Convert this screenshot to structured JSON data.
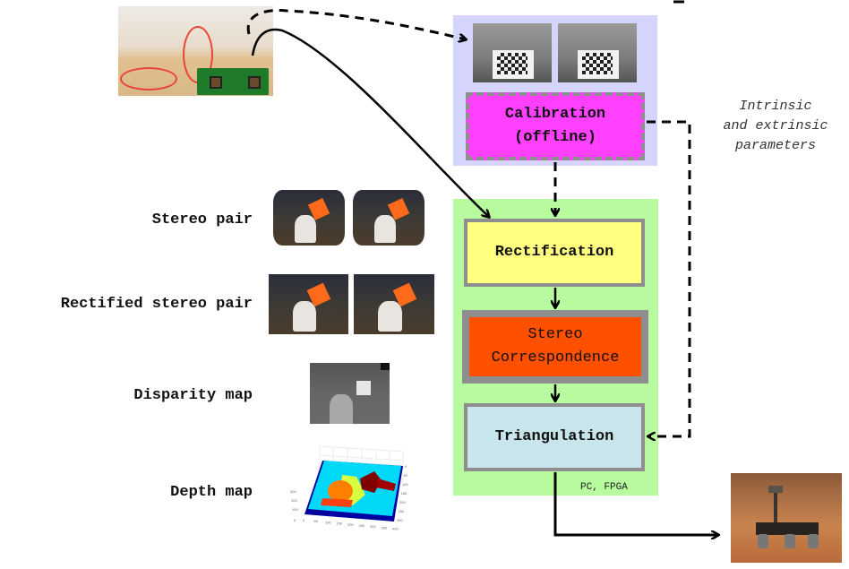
{
  "diagram": {
    "title": "Stereo vision pipeline",
    "left_labels": {
      "stereo_pair": "Stereo pair",
      "rectified_pair": "Rectified stereo pair",
      "disparity_map": "Disparity map",
      "depth_map": "Depth map"
    },
    "blocks": {
      "calibration": {
        "line1": "Calibration",
        "line2": "(offline)",
        "color": "#ff40ff"
      },
      "rectification": {
        "label": "Rectification",
        "color": "#ffff80"
      },
      "correspondence": {
        "line1": "Stereo",
        "line2": "Correspondence",
        "color": "#ff5000"
      },
      "triangulation": {
        "label": "Triangulation",
        "color": "#c7e5ea"
      }
    },
    "regions": {
      "offline": {
        "color": "#d4d4fc"
      },
      "processing": {
        "label": "PC, FPGA",
        "color": "#b8fb9f"
      }
    },
    "annotations": {
      "parameters": {
        "line1": "Intrinsic",
        "line2": "and extrinsic",
        "line3": "parameters"
      }
    },
    "images": {
      "camera": "stereo-camera-board-photo",
      "calibration_left": "calibration-checkerboard-left",
      "calibration_right": "calibration-checkerboard-right",
      "stereo_left": "stereo-pair-left",
      "stereo_right": "stereo-pair-right",
      "rectified_left": "rectified-left",
      "rectified_right": "rectified-right",
      "disparity": "disparity-map-image",
      "depth": "depth-map-3d-plot",
      "rover": "mars-rover-photo"
    },
    "depth_plot_ticks": {
      "x": [
        "0",
        "50",
        "100",
        "150",
        "200",
        "250",
        "300",
        "350",
        "400"
      ],
      "y": [
        "0",
        "50",
        "100",
        "150",
        "200",
        "250",
        "300"
      ],
      "z": [
        "0",
        "100",
        "200",
        "300"
      ]
    }
  }
}
